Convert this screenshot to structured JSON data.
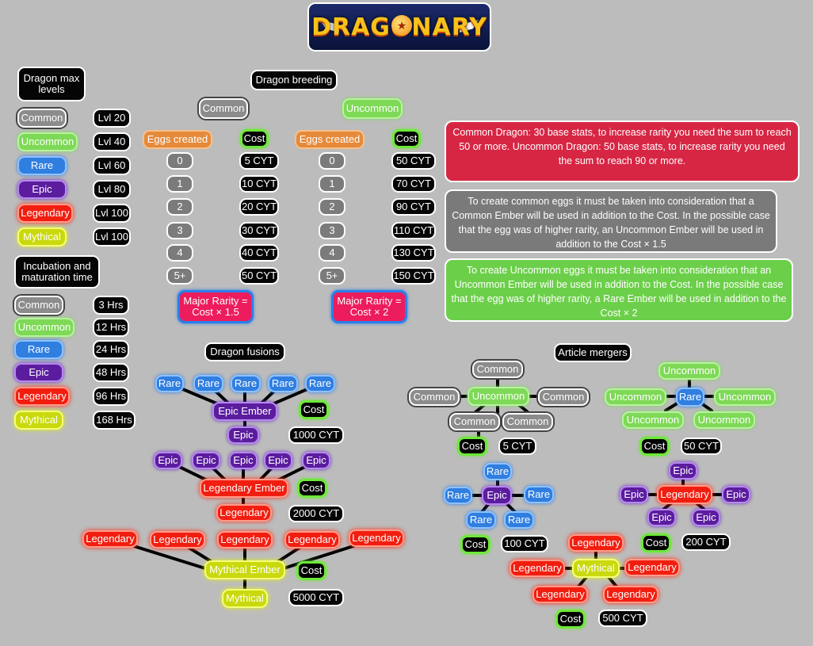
{
  "logo": {
    "text": "DRAGONARY"
  },
  "dragon_max_levels": {
    "title": "Dragon max levels",
    "rows": [
      {
        "rarity": "Common",
        "level": "Lvl 20"
      },
      {
        "rarity": "Uncommon",
        "level": "Lvl 40"
      },
      {
        "rarity": "Rare",
        "level": "Lvl 60"
      },
      {
        "rarity": "Epic",
        "level": "Lvl 80"
      },
      {
        "rarity": "Legendary",
        "level": "Lvl 100"
      },
      {
        "rarity": "Mythical",
        "level": "Lvl 100"
      }
    ]
  },
  "incubation": {
    "title": "Incubation and maturation time",
    "rows": [
      {
        "rarity": "Common",
        "time": "3 Hrs"
      },
      {
        "rarity": "Uncommon",
        "time": "12 Hrs"
      },
      {
        "rarity": "Rare",
        "time": "24 Hrs"
      },
      {
        "rarity": "Epic",
        "time": "48 Hrs"
      },
      {
        "rarity": "Legendary",
        "time": "96 Hrs"
      },
      {
        "rarity": "Mythical",
        "time": "168 Hrs"
      }
    ]
  },
  "breeding": {
    "title": "Dragon breeding",
    "eggs_label": "Eggs created",
    "cost_label": "Cost",
    "groups": [
      {
        "name": "Common",
        "eggs": [
          "0",
          "1",
          "2",
          "3",
          "4",
          "5+"
        ],
        "costs": [
          "5 CYT",
          "10 CYT",
          "20 CYT",
          "30 CYT",
          "40 CYT",
          "50 CYT"
        ],
        "major": "Major Rarity = Cost × 1.5"
      },
      {
        "name": "Uncommon",
        "eggs": [
          "0",
          "1",
          "2",
          "3",
          "4",
          "5+"
        ],
        "costs": [
          "50 CYT",
          "70 CYT",
          "90 CYT",
          "110 CYT",
          "130 CYT",
          "150 CYT"
        ],
        "major": "Major Rarity = Cost × 2"
      }
    ]
  },
  "notes": [
    {
      "text": "Common Dragon: 30 base stats, to increase rarity you need the sum to reach 50 or more. Uncommon Dragon: 50 base stats, to increase rarity you need the sum to reach 90 or more.",
      "color": "#d72644"
    },
    {
      "text": "To create common eggs it must be taken into consideration that a Common Ember will be used in addition to the Cost. In the possible case that the egg was of higher rarity, an Uncommon Ember will be used in addition to the Cost × 1.5",
      "color": "#7a7a7a"
    },
    {
      "text": "To create Uncommon eggs it must be taken into consideration that an Uncommon Ember will be used in addition to the Cost. In the possible case that the egg was of higher rarity, a Rare Ember will be used in addition to the Cost × 2",
      "color": "#6ccf4a"
    }
  ],
  "fusions": {
    "title": "Dragon fusions",
    "cost_label": "Cost",
    "tiers": [
      {
        "inputs": [
          "Rare",
          "Rare",
          "Rare",
          "Rare",
          "Rare"
        ],
        "ember": "Epic Ember",
        "result": "Epic",
        "cost": "1000 CYT"
      },
      {
        "inputs": [
          "Epic",
          "Epic",
          "Epic",
          "Epic",
          "Epic"
        ],
        "ember": "Legendary Ember",
        "result": "Legendary",
        "cost": "2000 CYT"
      },
      {
        "inputs": [
          "Legendary",
          "Legendary",
          "Legendary",
          "Legendary",
          "Legendary"
        ],
        "ember": "Mythical Ember",
        "result": "Mythical",
        "cost": "5000 CYT"
      }
    ]
  },
  "mergers": {
    "title": "Article mergers",
    "cost_label": "Cost",
    "items": [
      {
        "center": "Uncommon",
        "inputs": [
          "Common",
          "Common",
          "Common",
          "Common",
          "Common"
        ],
        "cost": "5 CYT"
      },
      {
        "center": "Rare",
        "inputs": [
          "Uncommon",
          "Uncommon",
          "Uncommon",
          "Uncommon",
          "Uncommon"
        ],
        "cost": "50 CYT"
      },
      {
        "center": "Epic",
        "inputs": [
          "Rare",
          "Rare",
          "Rare",
          "Rare",
          "Rare"
        ],
        "cost": "100 CYT"
      },
      {
        "center": "Legendary",
        "inputs": [
          "Epic",
          "Epic",
          "Epic",
          "Epic",
          "Epic"
        ],
        "cost": "200 CYT"
      },
      {
        "center": "Mythical",
        "inputs": [
          "Legendary",
          "Legendary",
          "Legendary",
          "Legendary",
          "Legendary"
        ],
        "cost": "500 CYT"
      }
    ]
  },
  "colors": {
    "Common": "#8c8c8c",
    "Uncommon": "#7ed957",
    "Rare": "#2f7ee0",
    "Epic": "#5b1d9e",
    "Legendary": "#f11e10",
    "Mythical": "#c9d90d"
  }
}
